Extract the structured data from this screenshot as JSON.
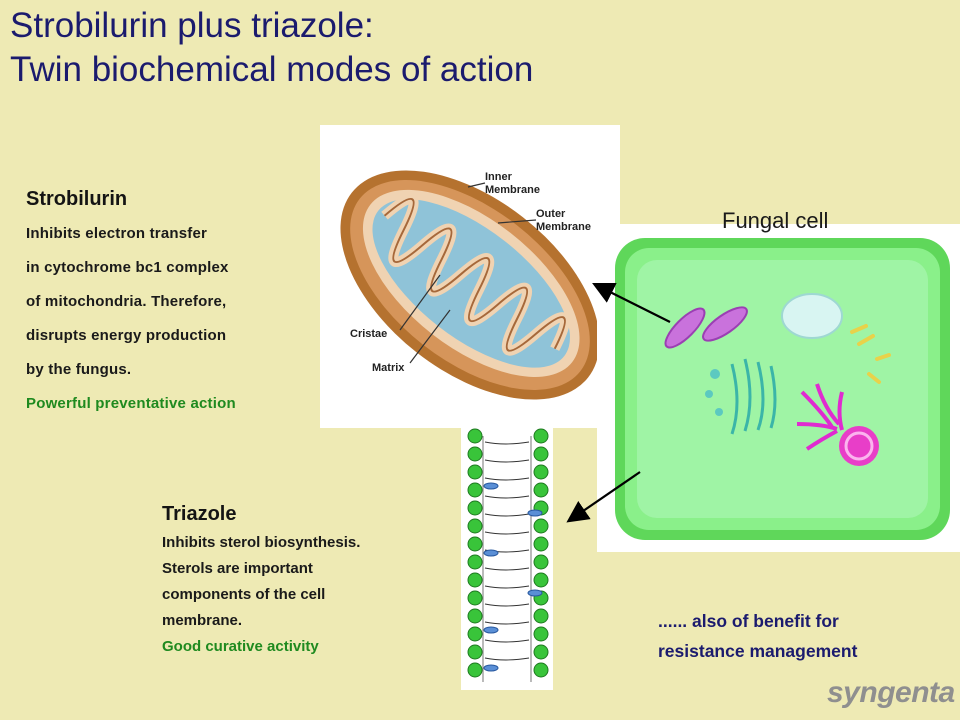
{
  "title": {
    "line1": "Strobilurin plus triazole:",
    "line2": "Twin biochemical modes of action"
  },
  "strobilurin": {
    "heading": "Strobilurin",
    "lines": [
      "Inhibits electron transfer",
      "in cytochrome bc1 complex",
      "of mitochondria. Therefore,",
      "disrupts energy production",
      "by the fungus."
    ],
    "highlight": "Powerful preventative action"
  },
  "mitochondrion": {
    "labels": {
      "inner": [
        "Inner",
        "Membrane"
      ],
      "outer": [
        "Outer",
        "Membrane"
      ],
      "cristae": "Cristae",
      "matrix": "Matrix"
    }
  },
  "fungal_cell": {
    "label": "Fungal cell"
  },
  "triazole": {
    "heading": "Triazole",
    "lines": [
      "Inhibits sterol biosynthesis.",
      "Sterols are important",
      "components of the cell",
      "membrane."
    ],
    "highlight": "Good curative activity"
  },
  "benefit": {
    "line1": "...... also of benefit for",
    "line2": "resistance management"
  },
  "logo": {
    "text": "syngenta"
  },
  "colors": {
    "background": "#eeeab4",
    "title": "#1b1b6e",
    "highlight": "#1f8a1f",
    "cell_green": "#7de87a",
    "mito_brown": "#b5722f",
    "matrix_blue": "#8fc3d8"
  }
}
